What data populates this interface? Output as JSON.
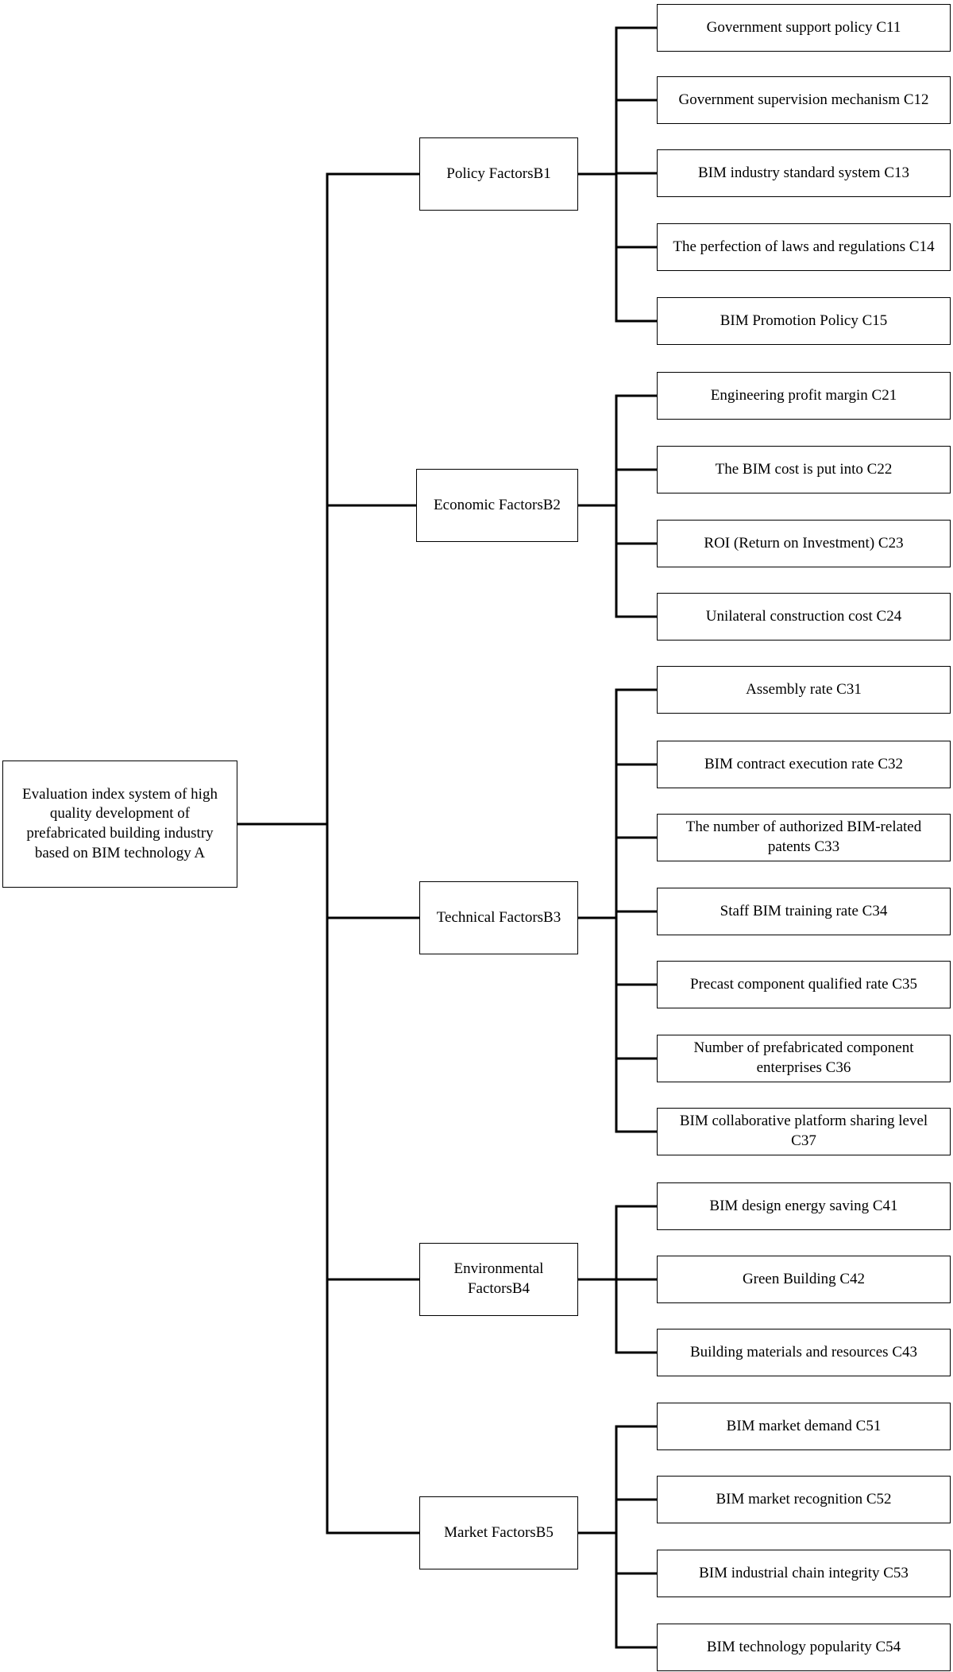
{
  "diagram": {
    "root": {
      "label": "Evaluation index system of high quality development of prefabricated building industry based on BIM technology A"
    },
    "factors": [
      {
        "label": "Policy FactorsB1",
        "indicators": [
          "Government support policy C11",
          "Government supervision mechanism C12",
          "BIM industry standard system C13",
          "The perfection of laws and regulations C14",
          "BIM Promotion Policy C15"
        ]
      },
      {
        "label": "Economic FactorsB2",
        "indicators": [
          "Engineering profit margin C21",
          "The BIM cost is put into C22",
          "ROI (Return on Investment) C23",
          "Unilateral construction cost C24"
        ]
      },
      {
        "label": "Technical FactorsB3",
        "indicators": [
          "Assembly rate C31",
          "BIM contract execution rate C32",
          "The number of authorized BIM-related patents C33",
          "Staff BIM training rate C34",
          "Precast component qualified rate C35",
          "Number of prefabricated component enterprises C36",
          "BIM collaborative platform sharing level C37"
        ]
      },
      {
        "label": "Environmental FactorsB4",
        "indicators": [
          "BIM design energy saving C41",
          "Green Building C42",
          "Building materials and resources C43"
        ]
      },
      {
        "label": "Market FactorsB5",
        "indicators": [
          "BIM market demand C51",
          "BIM market recognition C52",
          "BIM industrial chain integrity C53",
          "BIM technology popularity C54"
        ]
      }
    ]
  }
}
